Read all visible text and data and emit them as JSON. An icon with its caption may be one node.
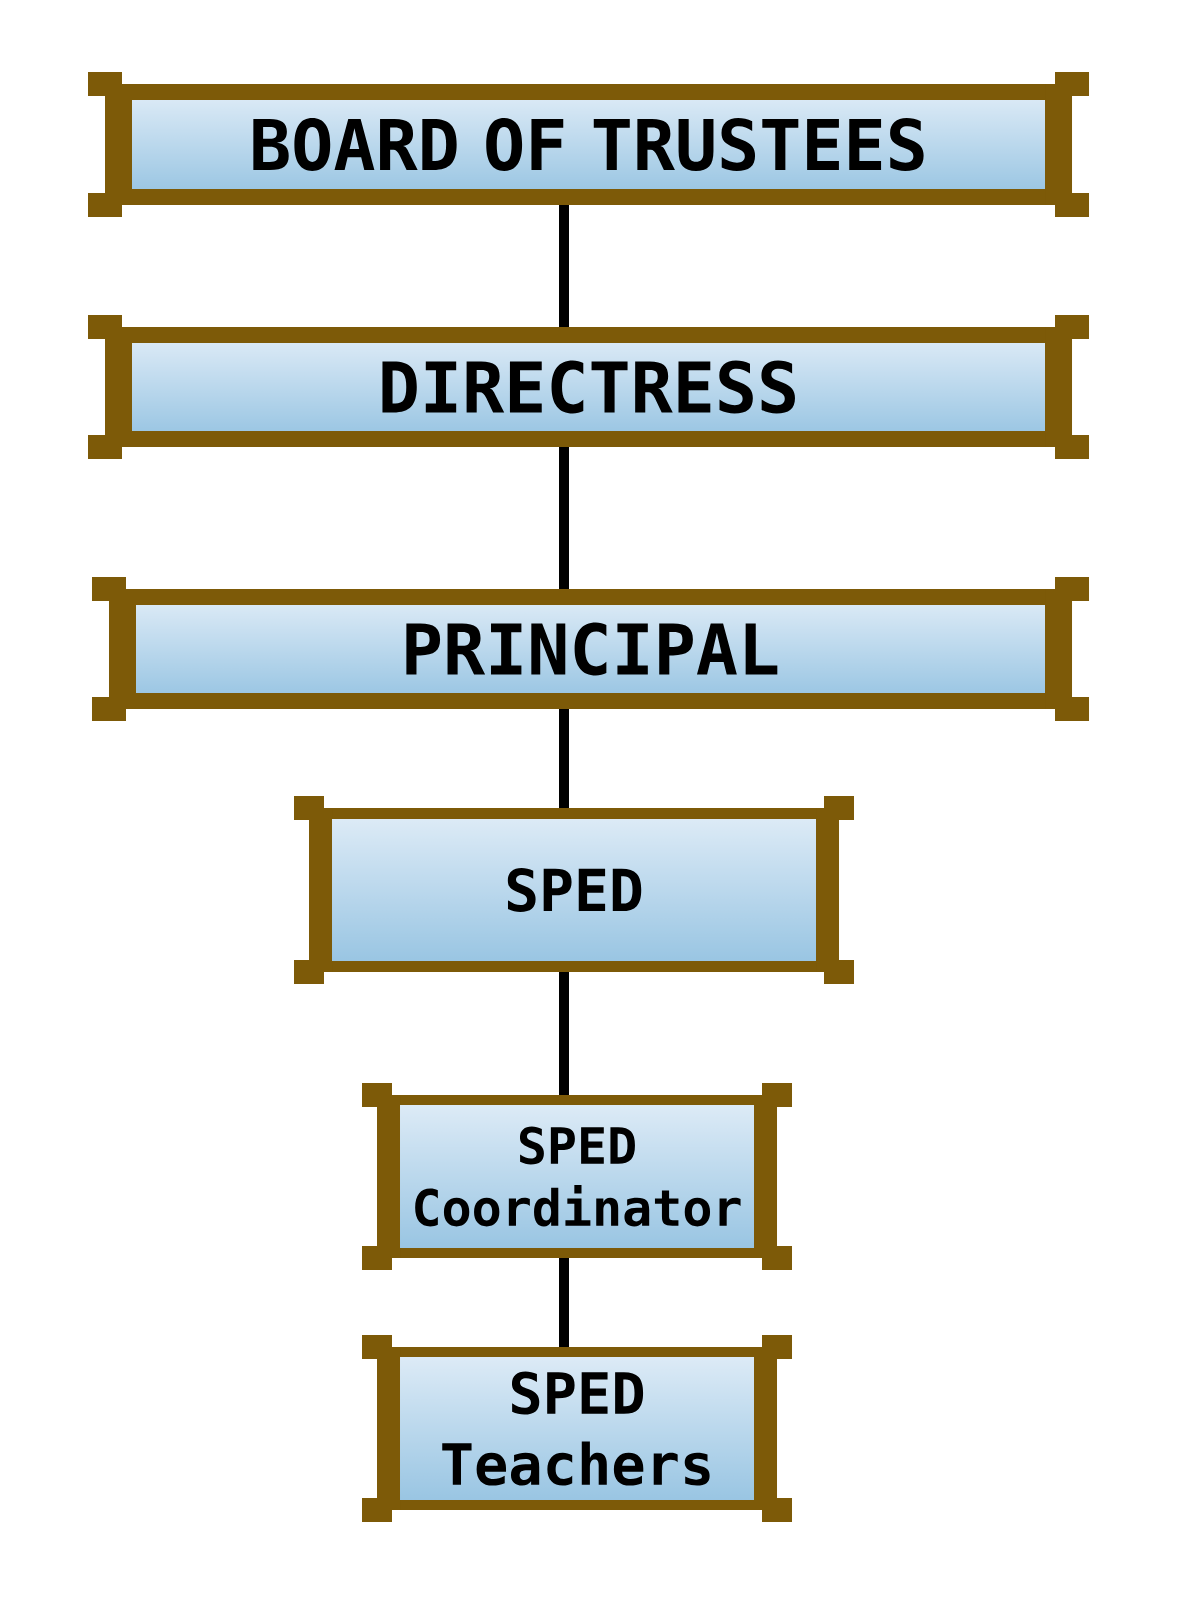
{
  "diagram": {
    "nodes": [
      {
        "text": [
          "BOARD OF TRUSTEES"
        ]
      },
      {
        "text": [
          "DIRECTRESS"
        ]
      },
      {
        "text": [
          "PRINCIPAL"
        ]
      },
      {
        "text": [
          "SPED"
        ]
      },
      {
        "text": [
          "SPED Coordinator"
        ]
      },
      {
        "text": [
          "SPED Teachers"
        ]
      }
    ],
    "edges": [
      {
        "from": 0,
        "to": 1,
        "arrow": "none"
      },
      {
        "from": 1,
        "to": 2,
        "arrow": "none"
      },
      {
        "from": 2,
        "to": 3,
        "arrow": "none"
      },
      {
        "from": 3,
        "to": 4,
        "arrow": "none"
      },
      {
        "from": 4,
        "to": 5,
        "arrow": "none"
      }
    ]
  }
}
